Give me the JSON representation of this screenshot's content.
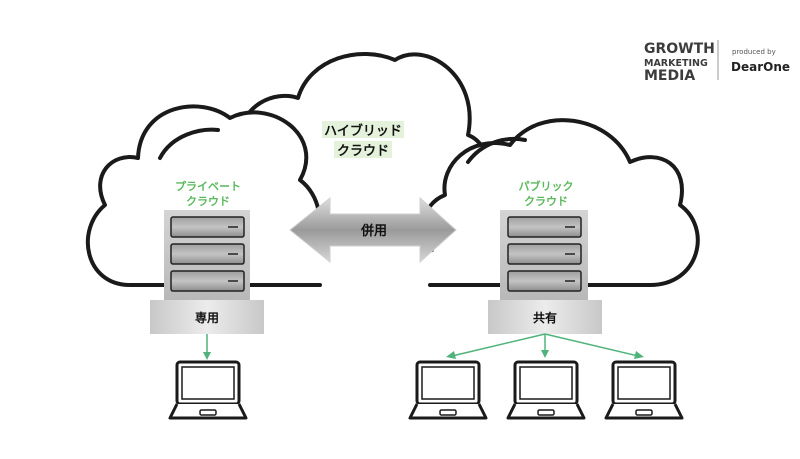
{
  "logo": {
    "line1": "GROWTH",
    "line2": "MARKETING",
    "line3": "MEDIA",
    "produced_by": "produced by",
    "company": "DearOne"
  },
  "clouds": {
    "hybrid": {
      "label_line1": "ハイブリッド",
      "label_line2": "クラウド"
    },
    "private": {
      "label_line1": "プライベート",
      "label_line2": "クラウド"
    },
    "public": {
      "label_line1": "パブリック",
      "label_line2": "クラウド"
    }
  },
  "arrow": {
    "label": "併用"
  },
  "private_base": {
    "label": "専用"
  },
  "public_base": {
    "label": "共有"
  },
  "colors": {
    "green_text": "#5cb85c",
    "hybrid_highlight": "#e4f2dc",
    "line": "#1a1a1a",
    "connector": "#4fb37b"
  },
  "icons": [
    "server-icon",
    "laptop-icon",
    "cloud-icon",
    "double-arrow-icon"
  ]
}
